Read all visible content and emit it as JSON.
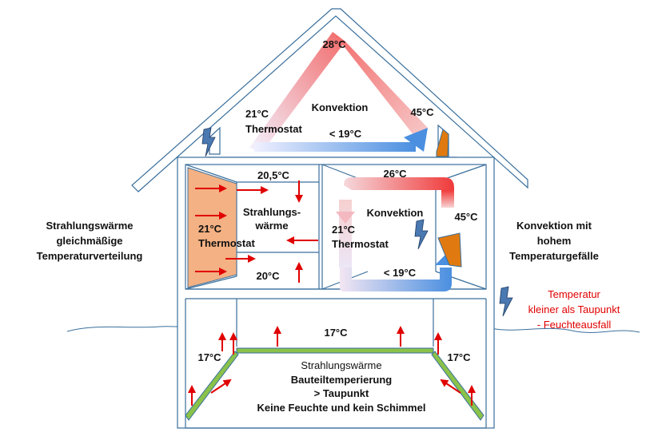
{
  "attic": {
    "temp_top": "28°C",
    "temp_right": "45°C",
    "thermostat_temp": "21°C",
    "thermostat_label": "Thermostat",
    "convection": "Konvektion",
    "temp_low": "< 19°C"
  },
  "radiant_room": {
    "temp_top": "20,5°C",
    "radiant_line1": "Strahlungs-",
    "radiant_line2": "wärme",
    "thermostat_temp": "21°C",
    "thermostat_label": "Thermostat",
    "temp_bottom": "20°C"
  },
  "convection_room": {
    "temp_top": "26°C",
    "convection": "Konvektion",
    "temp_right": "45°C",
    "thermostat_temp": "21°C",
    "thermostat_label": "Thermostat",
    "temp_low": "< 19°C"
  },
  "basement": {
    "temp_top": "17°C",
    "temp_left": "17°C",
    "temp_right": "17°C",
    "text_lines": [
      "Strahlungswärme",
      "Bauteiltemperierung",
      "> Taupunkt",
      "Keine Feuchte und kein Schimmel"
    ]
  },
  "left_caption": [
    "Strahlungswärme",
    "gleichmäßige",
    "Temperaturverteilung"
  ],
  "right_caption": [
    "Konvektion mit",
    "hohem",
    "Temperaturgefälle"
  ],
  "note": [
    "Temperatur",
    "kleiner als Taupunkt",
    "- Feuchteausfall"
  ],
  "colors": {
    "outline": "#3a6f9c",
    "radiator": "#f4b183",
    "heater": "#e07a10",
    "arrow": "#e00000",
    "floor_panel": "#8ac24a",
    "warm": "#f05050",
    "cold": "#4a90e0"
  }
}
